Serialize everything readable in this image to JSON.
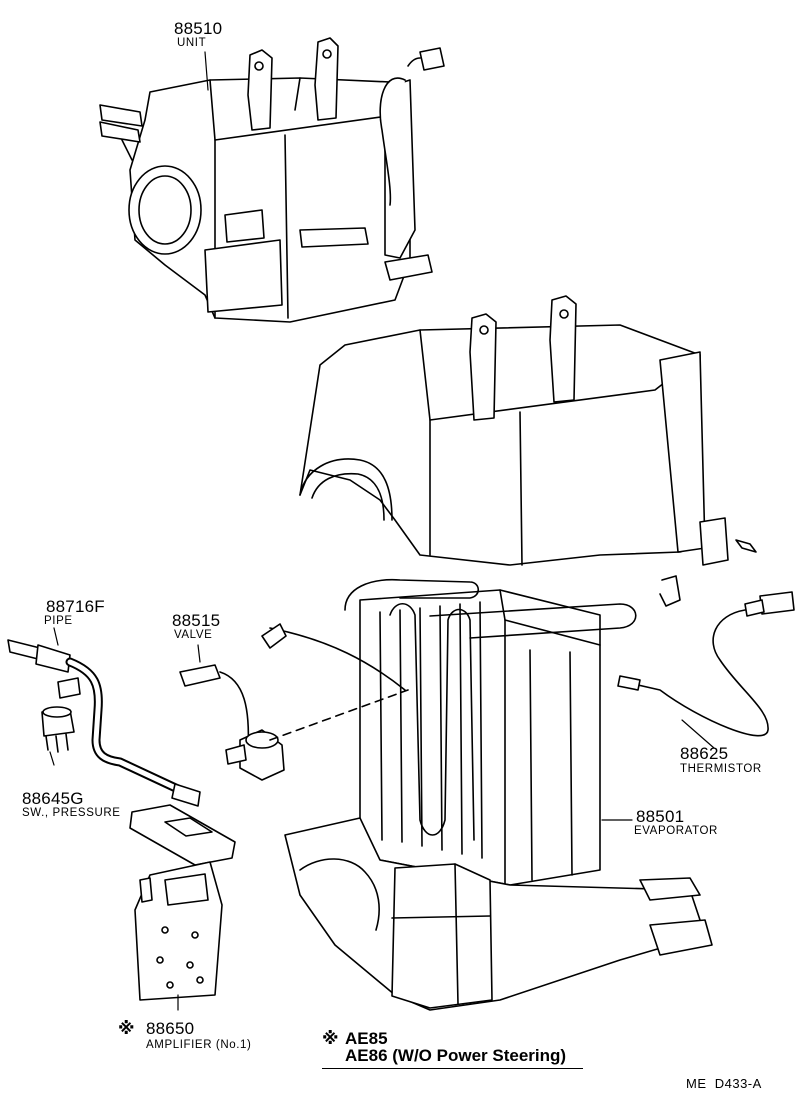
{
  "parts": [
    {
      "key": "unit",
      "number": "88510",
      "name": "UNIT"
    },
    {
      "key": "pipe",
      "number": "88716F",
      "name": "PIPE"
    },
    {
      "key": "valve",
      "number": "88515",
      "name": "VALVE"
    },
    {
      "key": "switch",
      "number": "88645G",
      "name": "SW., PRESSURE"
    },
    {
      "key": "thermistor",
      "number": "88625",
      "name": "THERMISTOR"
    },
    {
      "key": "evaporator",
      "number": "88501",
      "name": "EVAPORATOR"
    },
    {
      "key": "amplifier",
      "number": "88650",
      "name": "AMPLIFIER (No.1)",
      "marked": true
    }
  ],
  "note": {
    "symbol": "※",
    "lines": [
      "AE85",
      "AE86 (W/O Power Steering)"
    ]
  },
  "reference_code": "ME  D433-A"
}
